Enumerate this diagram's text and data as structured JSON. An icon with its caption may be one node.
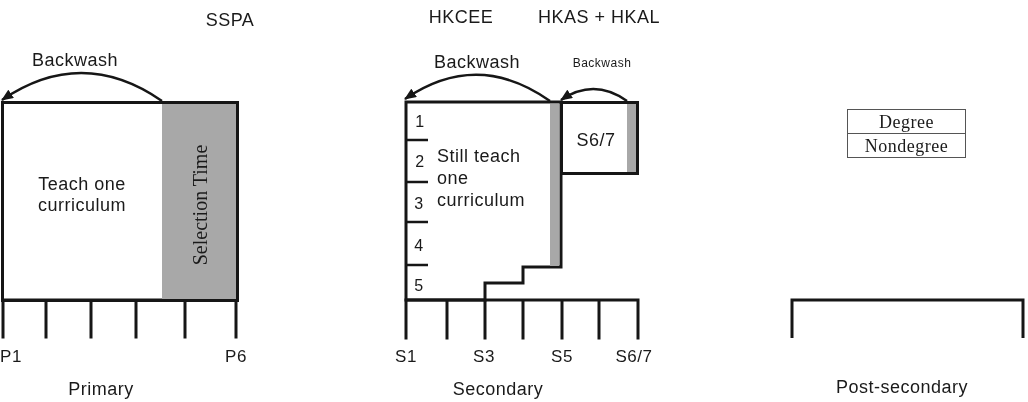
{
  "diagram": {
    "nodes": [
      {
        "text": [
          "Teach one curriculum"
        ]
      },
      {
        "text": [
          "Selection Time"
        ],
        "in": 0
      },
      {
        "text": [
          "1",
          "2",
          "3",
          "4",
          "5",
          "Still teach one curriculum"
        ]
      },
      {
        "text": [],
        "shape": "bar",
        "in": 2
      },
      {
        "text": [
          "S6/7"
        ]
      },
      {
        "text": [],
        "shape": "bar",
        "in": 4
      },
      {
        "text": [
          "Degree"
        ]
      },
      {
        "text": [
          "Nondegree"
        ]
      }
    ],
    "edges": [
      {
        "from": 1,
        "to": 0,
        "arrow": "to",
        "label": "Backwash"
      },
      {
        "from": 3,
        "to": 2,
        "arrow": "to",
        "label": "Backwash"
      },
      {
        "from": 5,
        "to": 4,
        "arrow": "to",
        "label": "Backwash"
      }
    ],
    "labels": [
      "SSPA",
      "HKCEE",
      "HKAS + HKAL",
      "P1",
      "P6",
      "S1",
      "S3",
      "S5",
      "S6/7",
      "Primary",
      "Secondary",
      "Post-secondary"
    ]
  }
}
